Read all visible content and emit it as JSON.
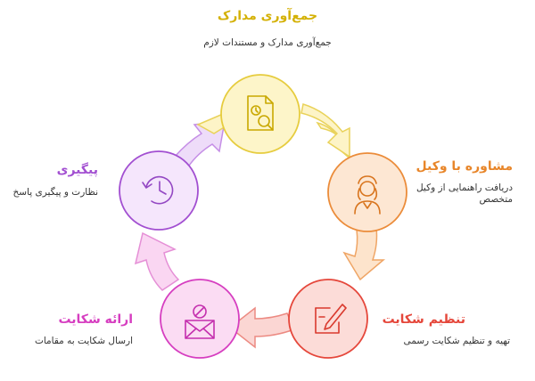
{
  "steps": [
    {
      "title": "جمع‌آوری مدارک",
      "description": "جمع‌آوری مدارک و مستندات لازم",
      "color": "#d4b106",
      "icon": "document-search-icon"
    },
    {
      "title": "مشاوره با وکیل",
      "description_line1": "دریافت راهنمایی از وکیل",
      "description_line2": "متخصص",
      "color": "#e8862a",
      "icon": "lawyer-icon"
    },
    {
      "title": "تنظیم شکایت",
      "description": "تهیه و تنظیم شکایت رسمی",
      "color": "#e5473b",
      "icon": "document-pen-icon"
    },
    {
      "title": "ارائه شکایت",
      "description": "ارسال شکایت به مقامات",
      "color": "#d63ec0",
      "icon": "envelope-icon"
    },
    {
      "title": "پیگیری",
      "description": "نظارت و پیگیری پاسخ",
      "color": "#a24fd1",
      "icon": "clock-refresh-icon"
    }
  ]
}
